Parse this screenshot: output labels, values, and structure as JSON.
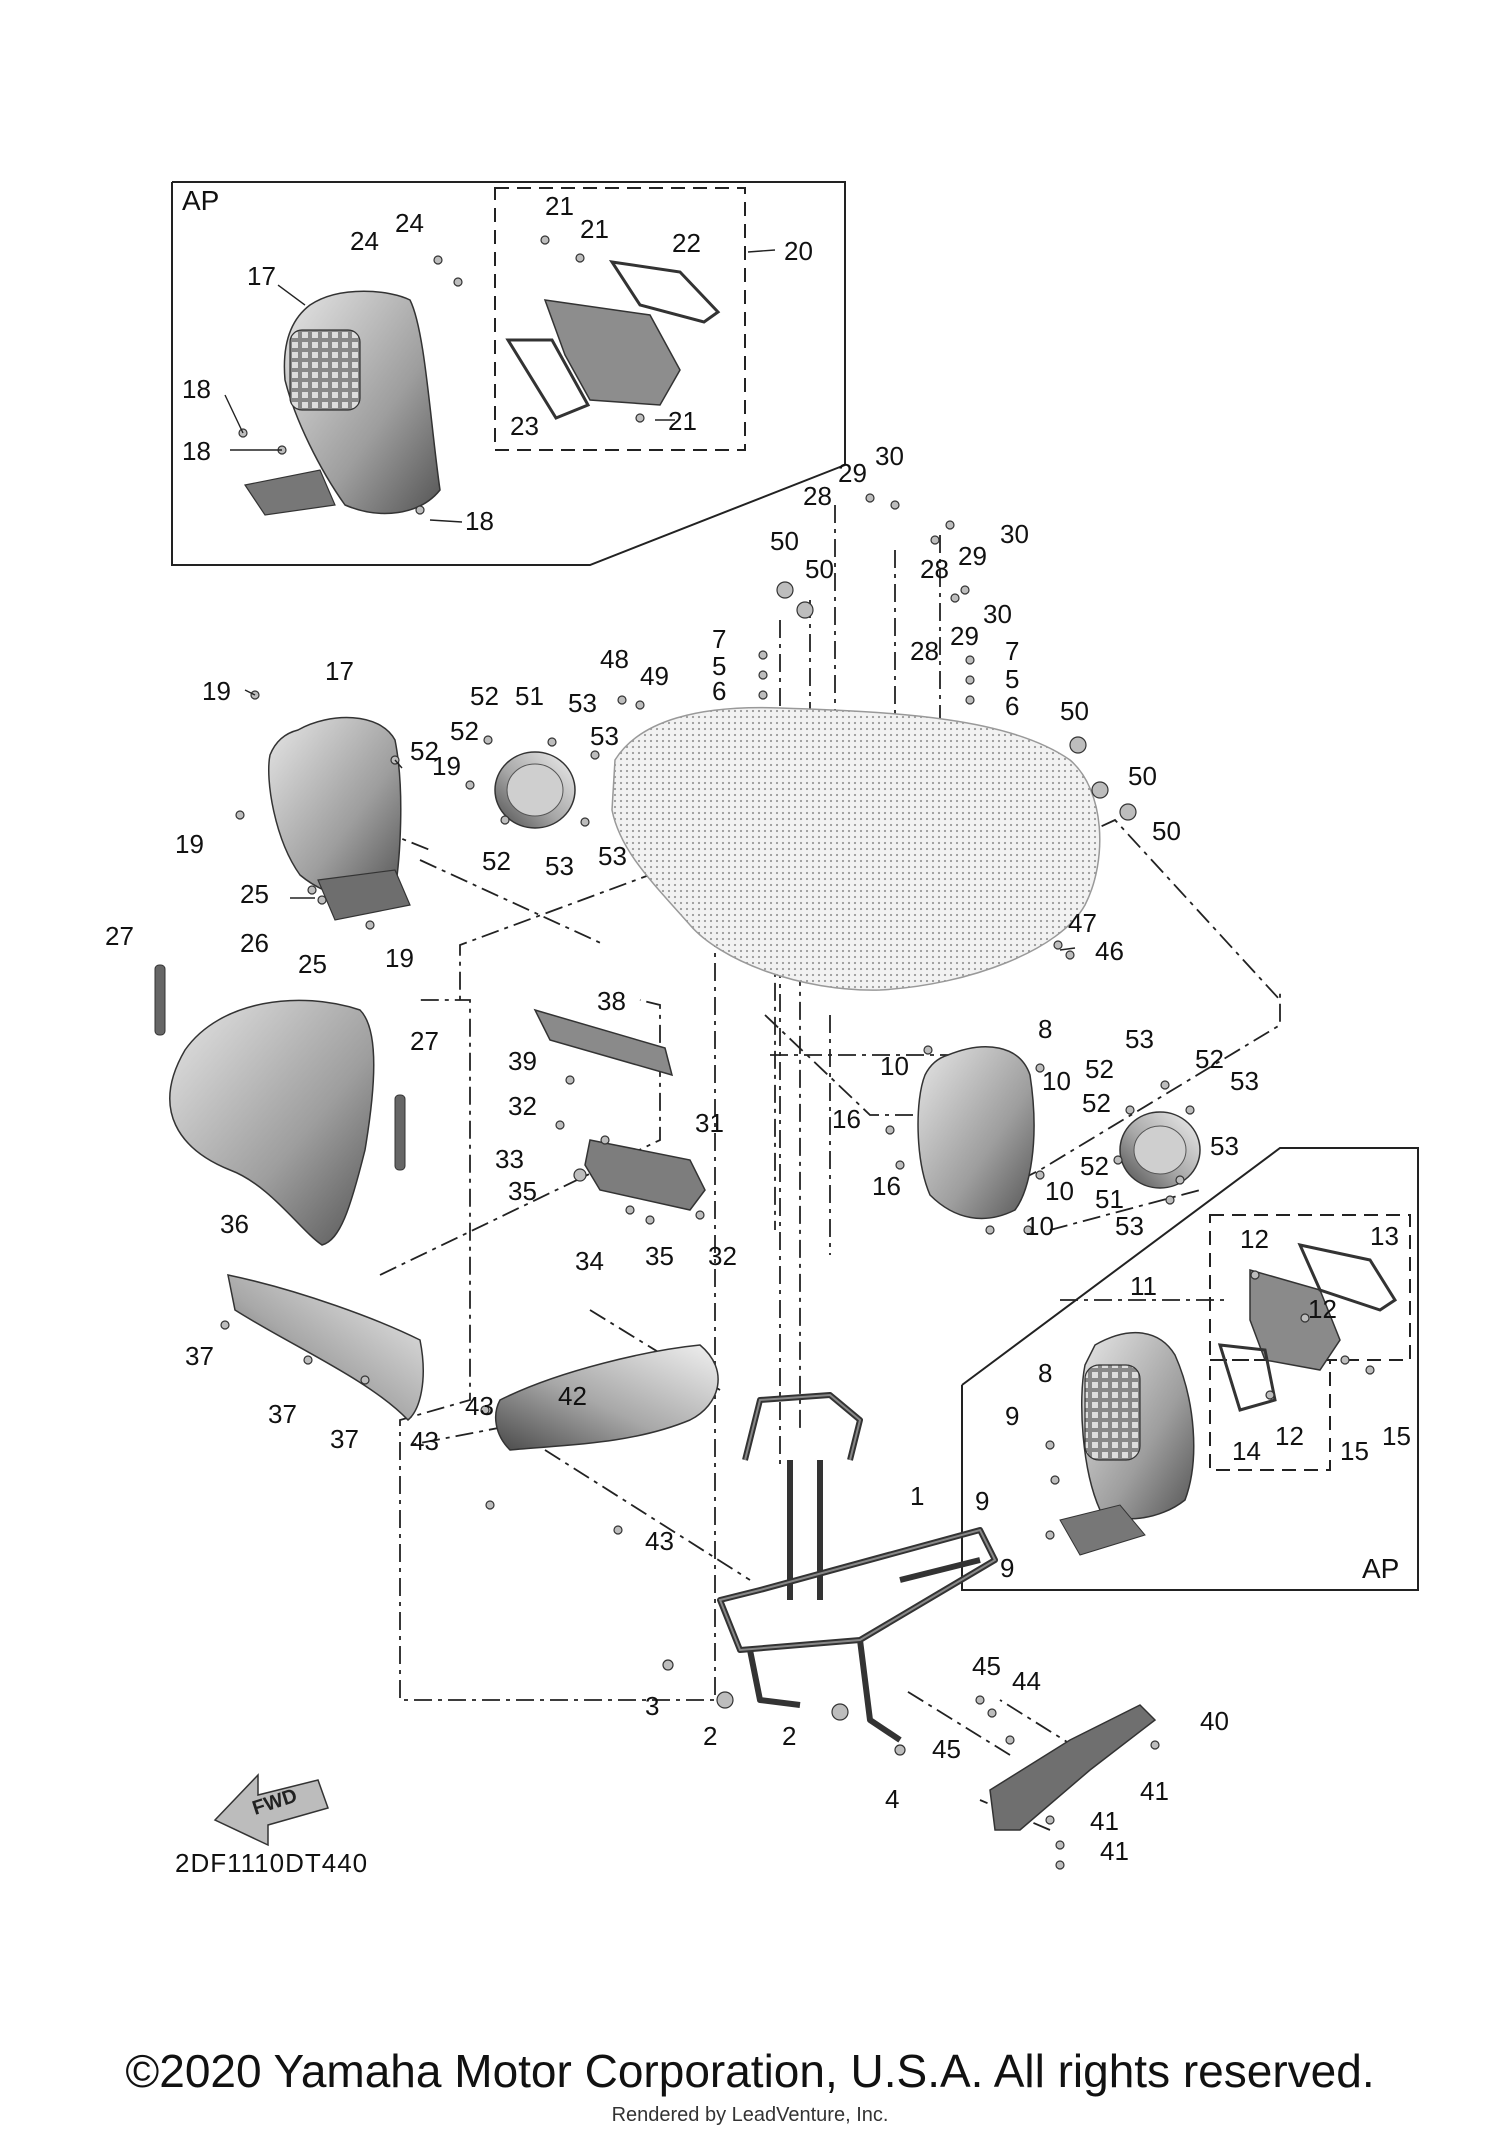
{
  "diagram": {
    "inset_top": {
      "label": "AP",
      "kit_number": "20"
    },
    "inset_bottom": {
      "label": "AP",
      "kit_number": "11"
    },
    "diagram_code": "2DF1110DT440",
    "fwd_label": "FWD",
    "callouts": [
      {
        "id": "c21a",
        "text": "21"
      },
      {
        "id": "c21b",
        "text": "21"
      },
      {
        "id": "c22",
        "text": "22"
      },
      {
        "id": "c20",
        "text": "20"
      },
      {
        "id": "c24a",
        "text": "24"
      },
      {
        "id": "c24b",
        "text": "24"
      },
      {
        "id": "c17a",
        "text": "17"
      },
      {
        "id": "c18a",
        "text": "18"
      },
      {
        "id": "c18b",
        "text": "18"
      },
      {
        "id": "c23",
        "text": "23"
      },
      {
        "id": "c21c",
        "text": "21"
      },
      {
        "id": "c18c",
        "text": "18"
      },
      {
        "id": "c30a",
        "text": "30"
      },
      {
        "id": "c29a",
        "text": "29"
      },
      {
        "id": "c28a",
        "text": "28"
      },
      {
        "id": "c30b",
        "text": "30"
      },
      {
        "id": "c28b",
        "text": "28"
      },
      {
        "id": "c29b",
        "text": "29"
      },
      {
        "id": "c50a",
        "text": "50"
      },
      {
        "id": "c50b",
        "text": "50"
      },
      {
        "id": "c30c",
        "text": "30"
      },
      {
        "id": "c29c",
        "text": "29"
      },
      {
        "id": "c28c",
        "text": "28"
      },
      {
        "id": "c7a",
        "text": "7"
      },
      {
        "id": "c5a",
        "text": "5"
      },
      {
        "id": "c6a",
        "text": "6"
      },
      {
        "id": "c7b",
        "text": "7"
      },
      {
        "id": "c5b",
        "text": "5"
      },
      {
        "id": "c6b",
        "text": "6"
      },
      {
        "id": "c48",
        "text": "48"
      },
      {
        "id": "c49",
        "text": "49"
      },
      {
        "id": "c19a",
        "text": "19"
      },
      {
        "id": "c17b",
        "text": "17"
      },
      {
        "id": "c52a",
        "text": "52"
      },
      {
        "id": "c51a",
        "text": "51"
      },
      {
        "id": "c53a",
        "text": "53"
      },
      {
        "id": "c52b",
        "text": "52"
      },
      {
        "id": "c53b",
        "text": "53"
      },
      {
        "id": "c52c",
        "text": "52"
      },
      {
        "id": "c19b",
        "text": "19"
      },
      {
        "id": "c19c",
        "text": "19"
      },
      {
        "id": "c52d",
        "text": "52"
      },
      {
        "id": "c53c",
        "text": "53"
      },
      {
        "id": "c53d",
        "text": "53"
      },
      {
        "id": "c50c",
        "text": "50"
      },
      {
        "id": "c50d",
        "text": "50"
      },
      {
        "id": "c50e",
        "text": "50"
      },
      {
        "id": "c25a",
        "text": "25"
      },
      {
        "id": "c25b",
        "text": "25"
      },
      {
        "id": "c19d",
        "text": "19"
      },
      {
        "id": "c27a",
        "text": "27"
      },
      {
        "id": "c26",
        "text": "26"
      },
      {
        "id": "c47",
        "text": "47"
      },
      {
        "id": "c46",
        "text": "46"
      },
      {
        "id": "c38",
        "text": "38"
      },
      {
        "id": "c39",
        "text": "39"
      },
      {
        "id": "c27b",
        "text": "27"
      },
      {
        "id": "c32a",
        "text": "32"
      },
      {
        "id": "c31",
        "text": "31"
      },
      {
        "id": "c33",
        "text": "33"
      },
      {
        "id": "c35a",
        "text": "35"
      },
      {
        "id": "c34",
        "text": "34"
      },
      {
        "id": "c35b",
        "text": "35"
      },
      {
        "id": "c32b",
        "text": "32"
      },
      {
        "id": "c10a",
        "text": "10"
      },
      {
        "id": "c8a",
        "text": "8"
      },
      {
        "id": "c10b",
        "text": "10"
      },
      {
        "id": "c16a",
        "text": "16"
      },
      {
        "id": "c16b",
        "text": "16"
      },
      {
        "id": "c10c",
        "text": "10"
      },
      {
        "id": "c10d",
        "text": "10"
      },
      {
        "id": "c53e",
        "text": "53"
      },
      {
        "id": "c52e",
        "text": "52"
      },
      {
        "id": "c52f",
        "text": "52"
      },
      {
        "id": "c53f",
        "text": "53"
      },
      {
        "id": "c52g",
        "text": "52"
      },
      {
        "id": "c53g",
        "text": "53"
      },
      {
        "id": "c52h",
        "text": "52"
      },
      {
        "id": "c51b",
        "text": "51"
      },
      {
        "id": "c53h",
        "text": "53"
      },
      {
        "id": "c36",
        "text": "36"
      },
      {
        "id": "c37a",
        "text": "37"
      },
      {
        "id": "c37b",
        "text": "37"
      },
      {
        "id": "c37c",
        "text": "37"
      },
      {
        "id": "c12a",
        "text": "12"
      },
      {
        "id": "c13",
        "text": "13"
      },
      {
        "id": "c11",
        "text": "11"
      },
      {
        "id": "c12b",
        "text": "12"
      },
      {
        "id": "c8b",
        "text": "8"
      },
      {
        "id": "c9a",
        "text": "9"
      },
      {
        "id": "c12c",
        "text": "12"
      },
      {
        "id": "c14",
        "text": "14"
      },
      {
        "id": "c15a",
        "text": "15"
      },
      {
        "id": "c15b",
        "text": "15"
      },
      {
        "id": "c9b",
        "text": "9"
      },
      {
        "id": "c9c",
        "text": "9"
      },
      {
        "id": "c43a",
        "text": "43"
      },
      {
        "id": "c42",
        "text": "42"
      },
      {
        "id": "c43b",
        "text": "43"
      },
      {
        "id": "c43c",
        "text": "43"
      },
      {
        "id": "c1",
        "text": "1"
      },
      {
        "id": "c45a",
        "text": "45"
      },
      {
        "id": "c44",
        "text": "44"
      },
      {
        "id": "c40",
        "text": "40"
      },
      {
        "id": "c3",
        "text": "3"
      },
      {
        "id": "c2a",
        "text": "2"
      },
      {
        "id": "c2b",
        "text": "2"
      },
      {
        "id": "c45b",
        "text": "45"
      },
      {
        "id": "c4",
        "text": "4"
      },
      {
        "id": "c41a",
        "text": "41"
      },
      {
        "id": "c41b",
        "text": "41"
      },
      {
        "id": "c41c",
        "text": "41"
      }
    ]
  },
  "footer": {
    "copyright": "©2020 Yamaha Motor Corporation, U.S.A. All rights reserved.",
    "rendered_by": "Rendered by LeadVenture, Inc."
  }
}
